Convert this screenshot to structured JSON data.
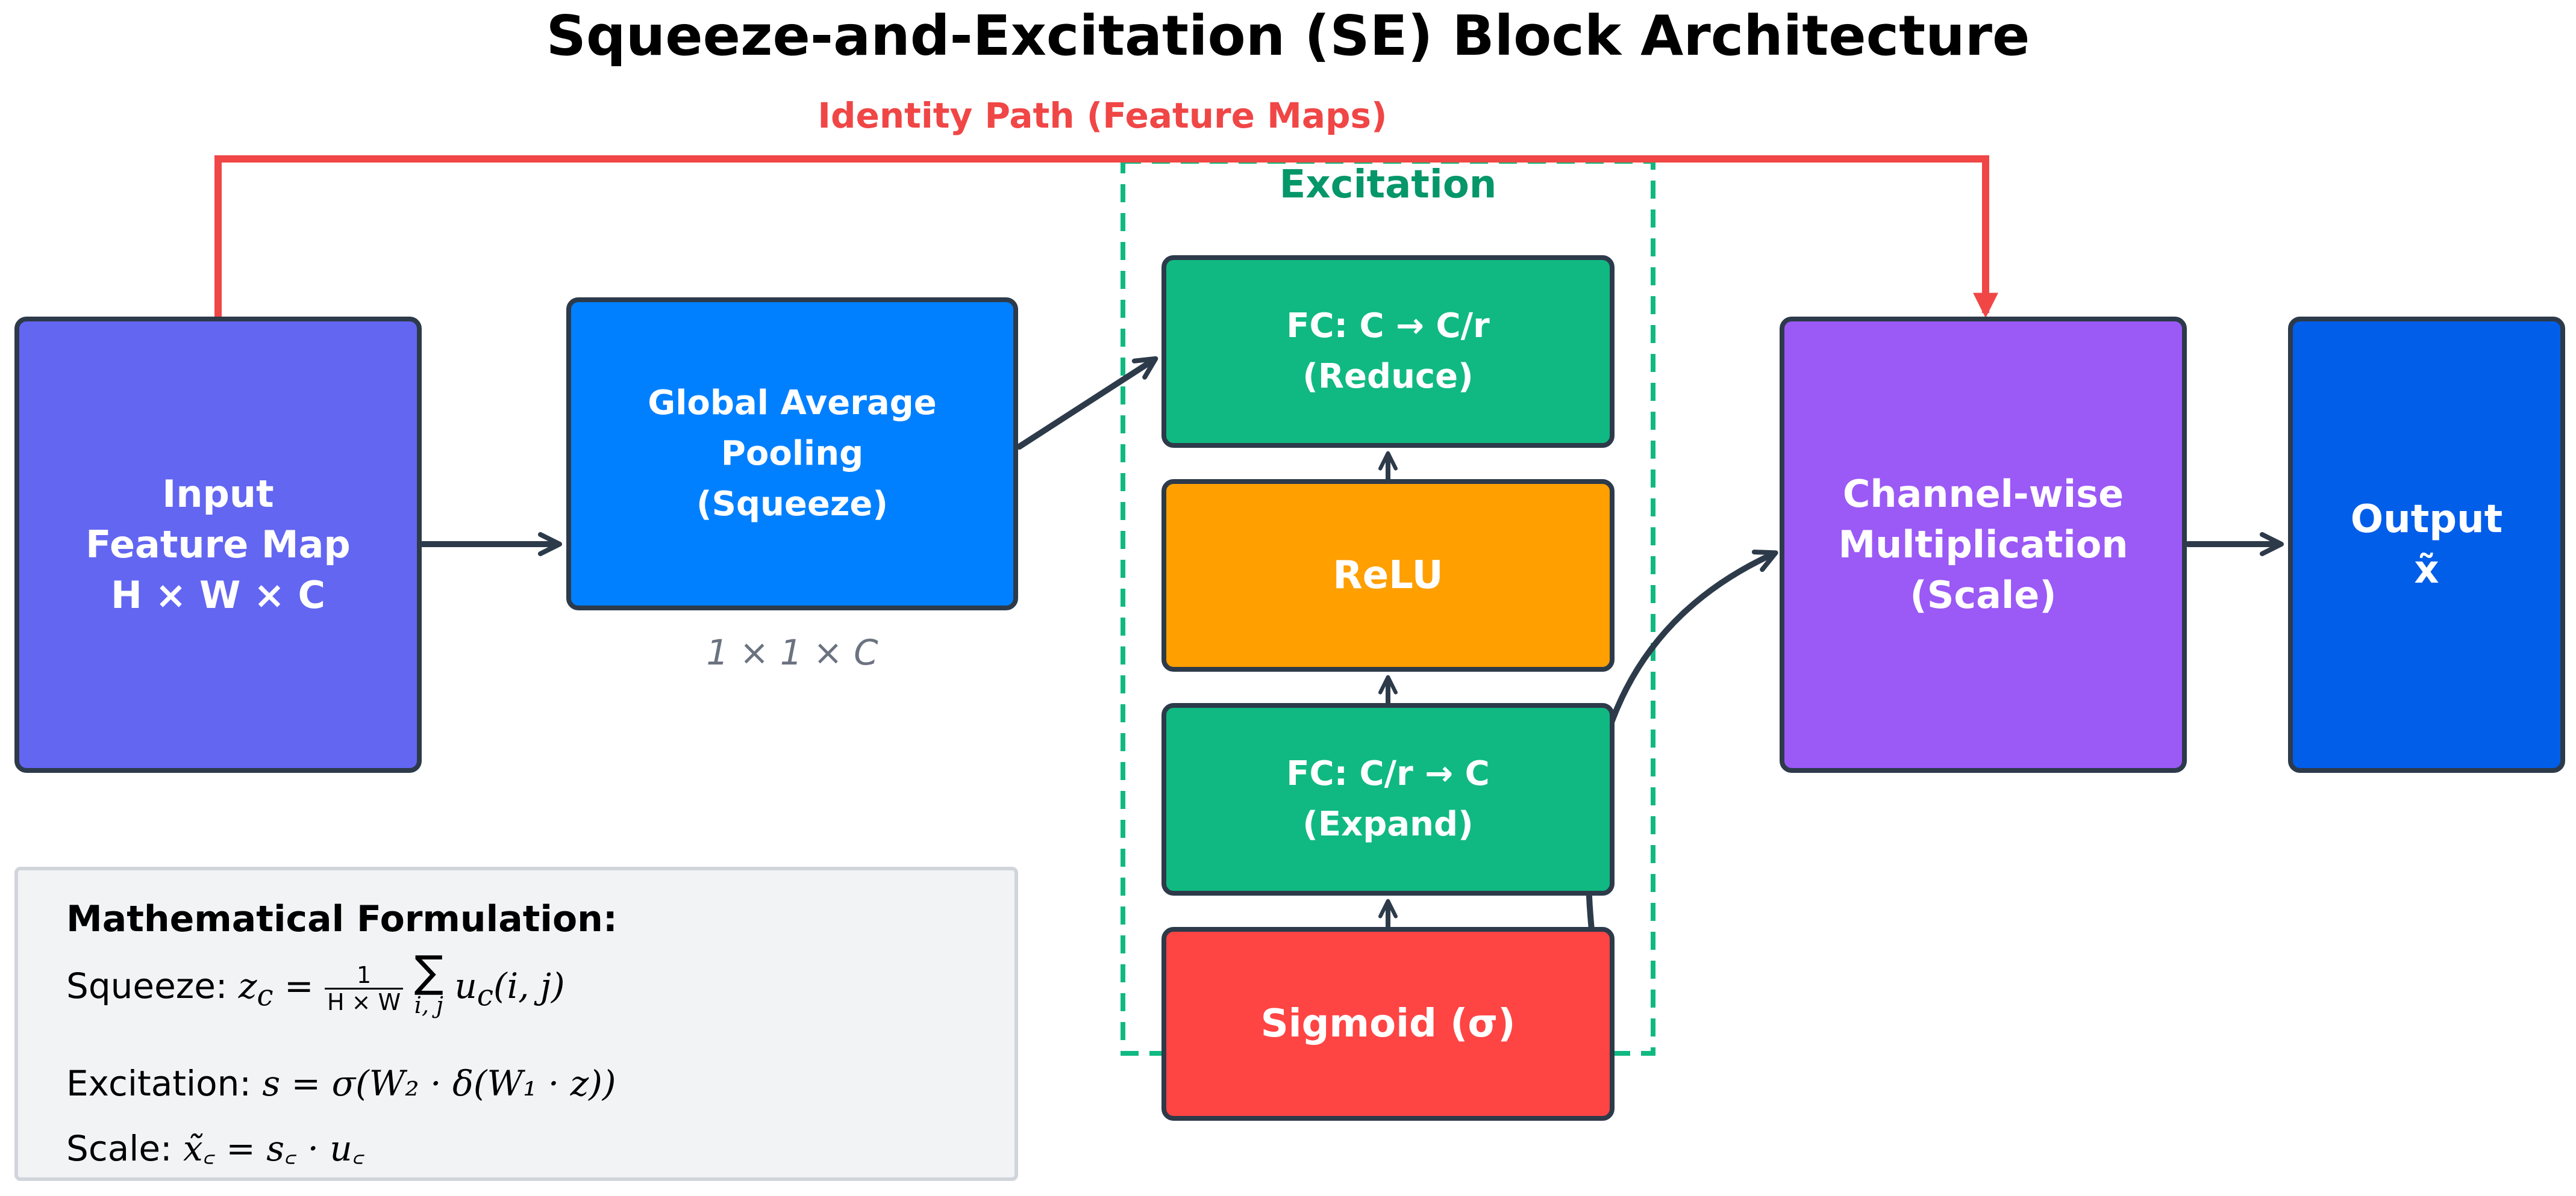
{
  "title": "Squeeze-and-Excitation (SE) Block Architecture",
  "identity_path_label": "Identity Path (Feature Maps)",
  "excitation_label": "Excitation",
  "blocks": {
    "input": {
      "lines": [
        "Input",
        "Feature Map",
        "H × W × C"
      ]
    },
    "pooling": {
      "lines": [
        "Global Average",
        "Pooling",
        "(Squeeze)"
      ],
      "dim": "1 × 1 × C"
    },
    "fc_reduce": {
      "lines": [
        "FC: C → C/r",
        "(Reduce)"
      ]
    },
    "relu": {
      "label": "ReLU"
    },
    "fc_expand": {
      "lines": [
        "FC: C/r → C",
        "(Expand)"
      ]
    },
    "sigmoid": {
      "label": "Sigmoid (σ)"
    },
    "multiply": {
      "lines": [
        "Channel-wise",
        "Multiplication",
        "(Scale)"
      ]
    },
    "output": {
      "lines": [
        "Output",
        "x̃"
      ]
    }
  },
  "math": {
    "title": "Mathematical Formulation:",
    "squeeze_label": "Squeeze:",
    "squeeze_lhs": "z",
    "squeeze_lhs_sub": "c",
    "squeeze_frac_num": "1",
    "squeeze_frac_den": "H × W",
    "squeeze_sum_sub": "i, j",
    "squeeze_rhs": "u",
    "squeeze_rhs_sub": "c",
    "squeeze_args": "(i, j)",
    "excitation_label": "Excitation:",
    "excitation_expr": "s = σ(W₂ · δ(W₁ · z))",
    "scale_label": "Scale:",
    "scale_expr": "x̃꜀ = s꜀ · u꜀"
  },
  "colors": {
    "input": "#6366f1",
    "pooling": "#0080ff",
    "fc": "#10b981",
    "relu": "#ff9f00",
    "sigmoid": "#ff4444",
    "multiply": "#9b59f6",
    "output": "#005ee9",
    "identity_path": "#f04646",
    "excitation_border": "#10b981",
    "arrow": "#2d3a4a"
  }
}
